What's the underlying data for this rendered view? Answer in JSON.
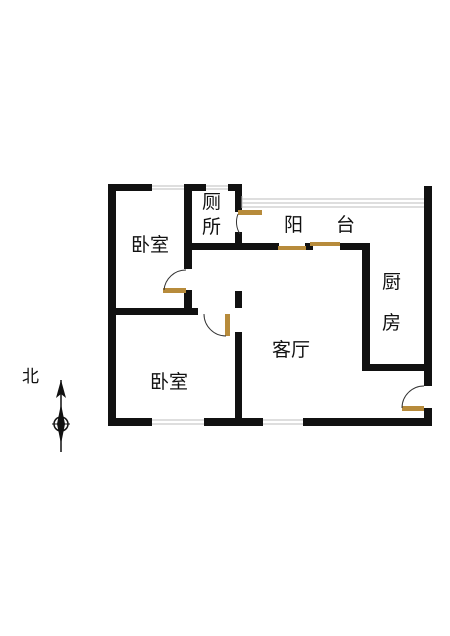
{
  "rooms": {
    "bedroom_top": "卧室",
    "toilet_line1": "厕",
    "toilet_line2": "所",
    "balcony_line1": "阳",
    "balcony_line2": "台",
    "kitchen_line1": "厨",
    "kitchen_line2": "房",
    "living_room": "客厅",
    "bedroom_bottom": "卧室"
  },
  "compass": {
    "label": "北"
  },
  "colors": {
    "wall": "#111111",
    "door": "#b78b3b",
    "window": "#bdbdbd",
    "background": "#ffffff"
  }
}
